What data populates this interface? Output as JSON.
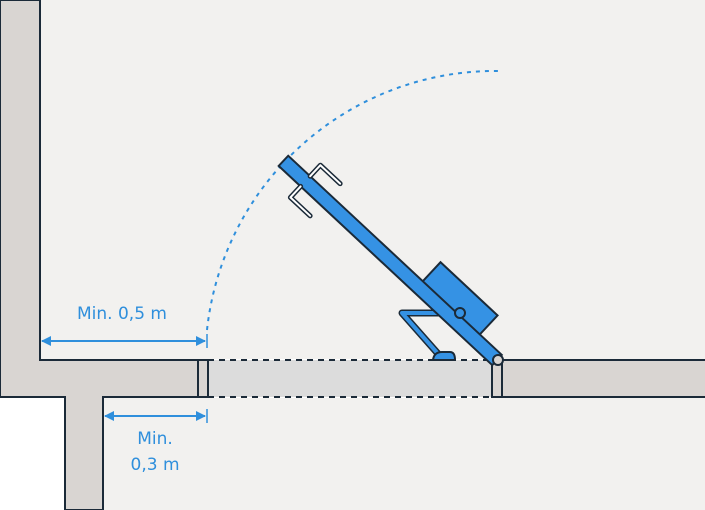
{
  "labels": {
    "top_clearance": "Min. 0,5 m",
    "side_clearance_line1": "Min.",
    "side_clearance_line2": "0,3 m"
  },
  "colors": {
    "accent": "#2f8fdc",
    "door_leaf": "#3592e4",
    "outline": "#1b2a38",
    "wall": "#d9d5d2",
    "floor": "#f2f1ef",
    "opening": "#dcdcdc"
  }
}
